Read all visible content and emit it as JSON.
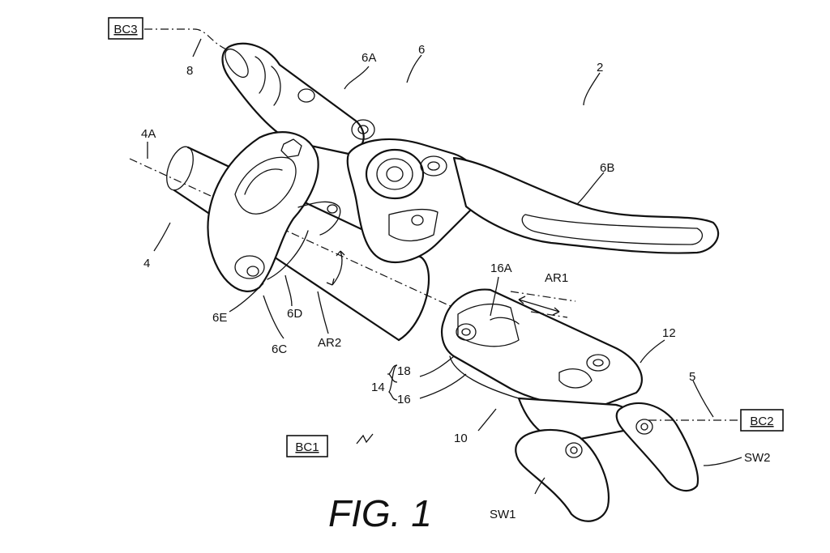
{
  "figure_title": "FIG. 1",
  "boxes": {
    "bc1": "BC1",
    "bc2": "BC2",
    "bc3": "BC3"
  },
  "labels": {
    "l2": "2",
    "l4": "4",
    "l4a": "4A",
    "l5": "5",
    "l6": "6",
    "l6a": "6A",
    "l6b": "6B",
    "l6c": "6C",
    "l6d": "6D",
    "l6e": "6E",
    "l8": "8",
    "l10": "10",
    "l12": "12",
    "l14": "14",
    "l16": "16",
    "l16a": "16A",
    "l18": "18",
    "ar1": "AR1",
    "ar2": "AR2",
    "sw1": "SW1",
    "sw2": "SW2"
  }
}
